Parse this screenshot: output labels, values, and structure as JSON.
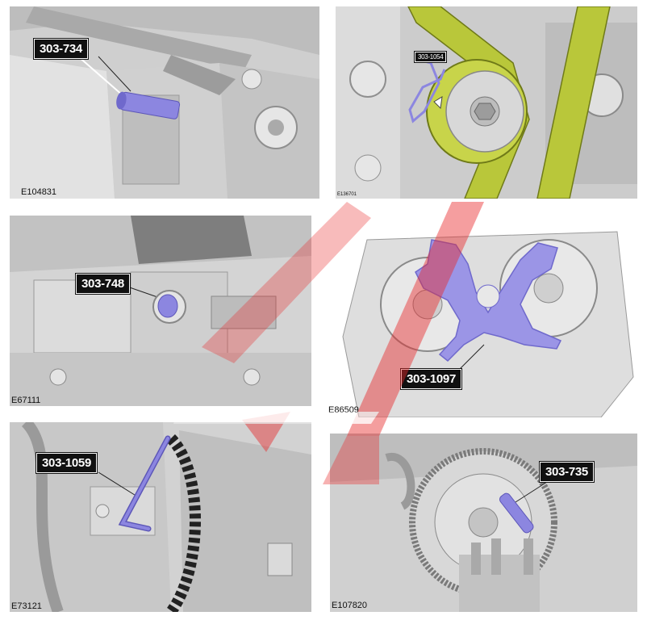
{
  "colors": {
    "tool": "#8c86e0",
    "belt": "#b9c73a",
    "tensioner": "#c8d44a",
    "watermark": "#e8292b",
    "engine": "#d5d5d5"
  },
  "panels": [
    {
      "callout": "303-734",
      "figure_id": "E104831"
    },
    {
      "callout": "303-1054",
      "figure_id": "E136701"
    },
    {
      "callout": "303-748",
      "figure_id": "E67111"
    },
    {
      "callout": "303-1097",
      "figure_id": "E86509"
    },
    {
      "callout": "303-1059",
      "figure_id": "E73121"
    },
    {
      "callout": "303-735",
      "figure_id": "E107820"
    }
  ]
}
